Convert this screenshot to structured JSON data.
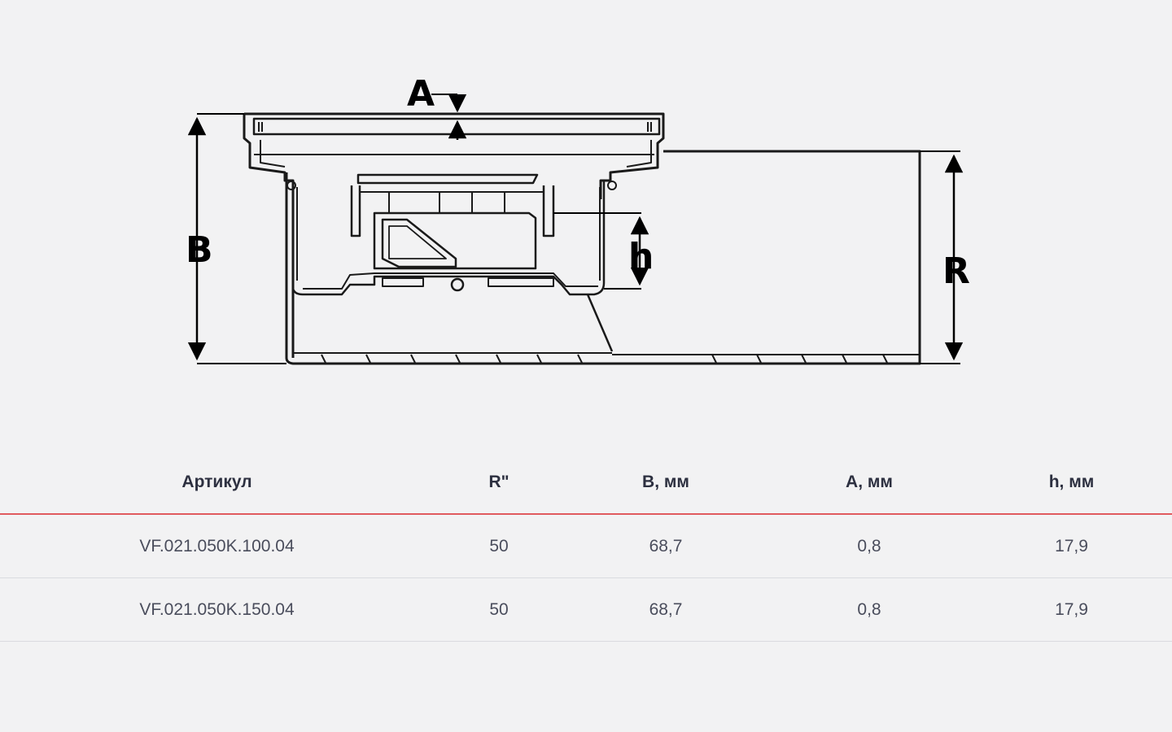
{
  "drawing": {
    "label_a": "A",
    "label_b": "B",
    "label_h": "h",
    "label_r": "R"
  },
  "table": {
    "headers": [
      "Артикул",
      "R\"",
      "B, мм",
      "A, мм",
      "h, мм"
    ],
    "rows": [
      [
        "VF.021.050K.100.04",
        "50",
        "68,7",
        "0,8",
        "17,9"
      ],
      [
        "VF.021.050K.150.04",
        "50",
        "68,7",
        "0,8",
        "17,9"
      ]
    ]
  },
  "colors": {
    "background": "#f2f2f3",
    "header_rule": "#e05a5e",
    "row_rule": "#dadbe0",
    "header_text": "#2d3040",
    "cell_text": "#4a4d5c"
  }
}
